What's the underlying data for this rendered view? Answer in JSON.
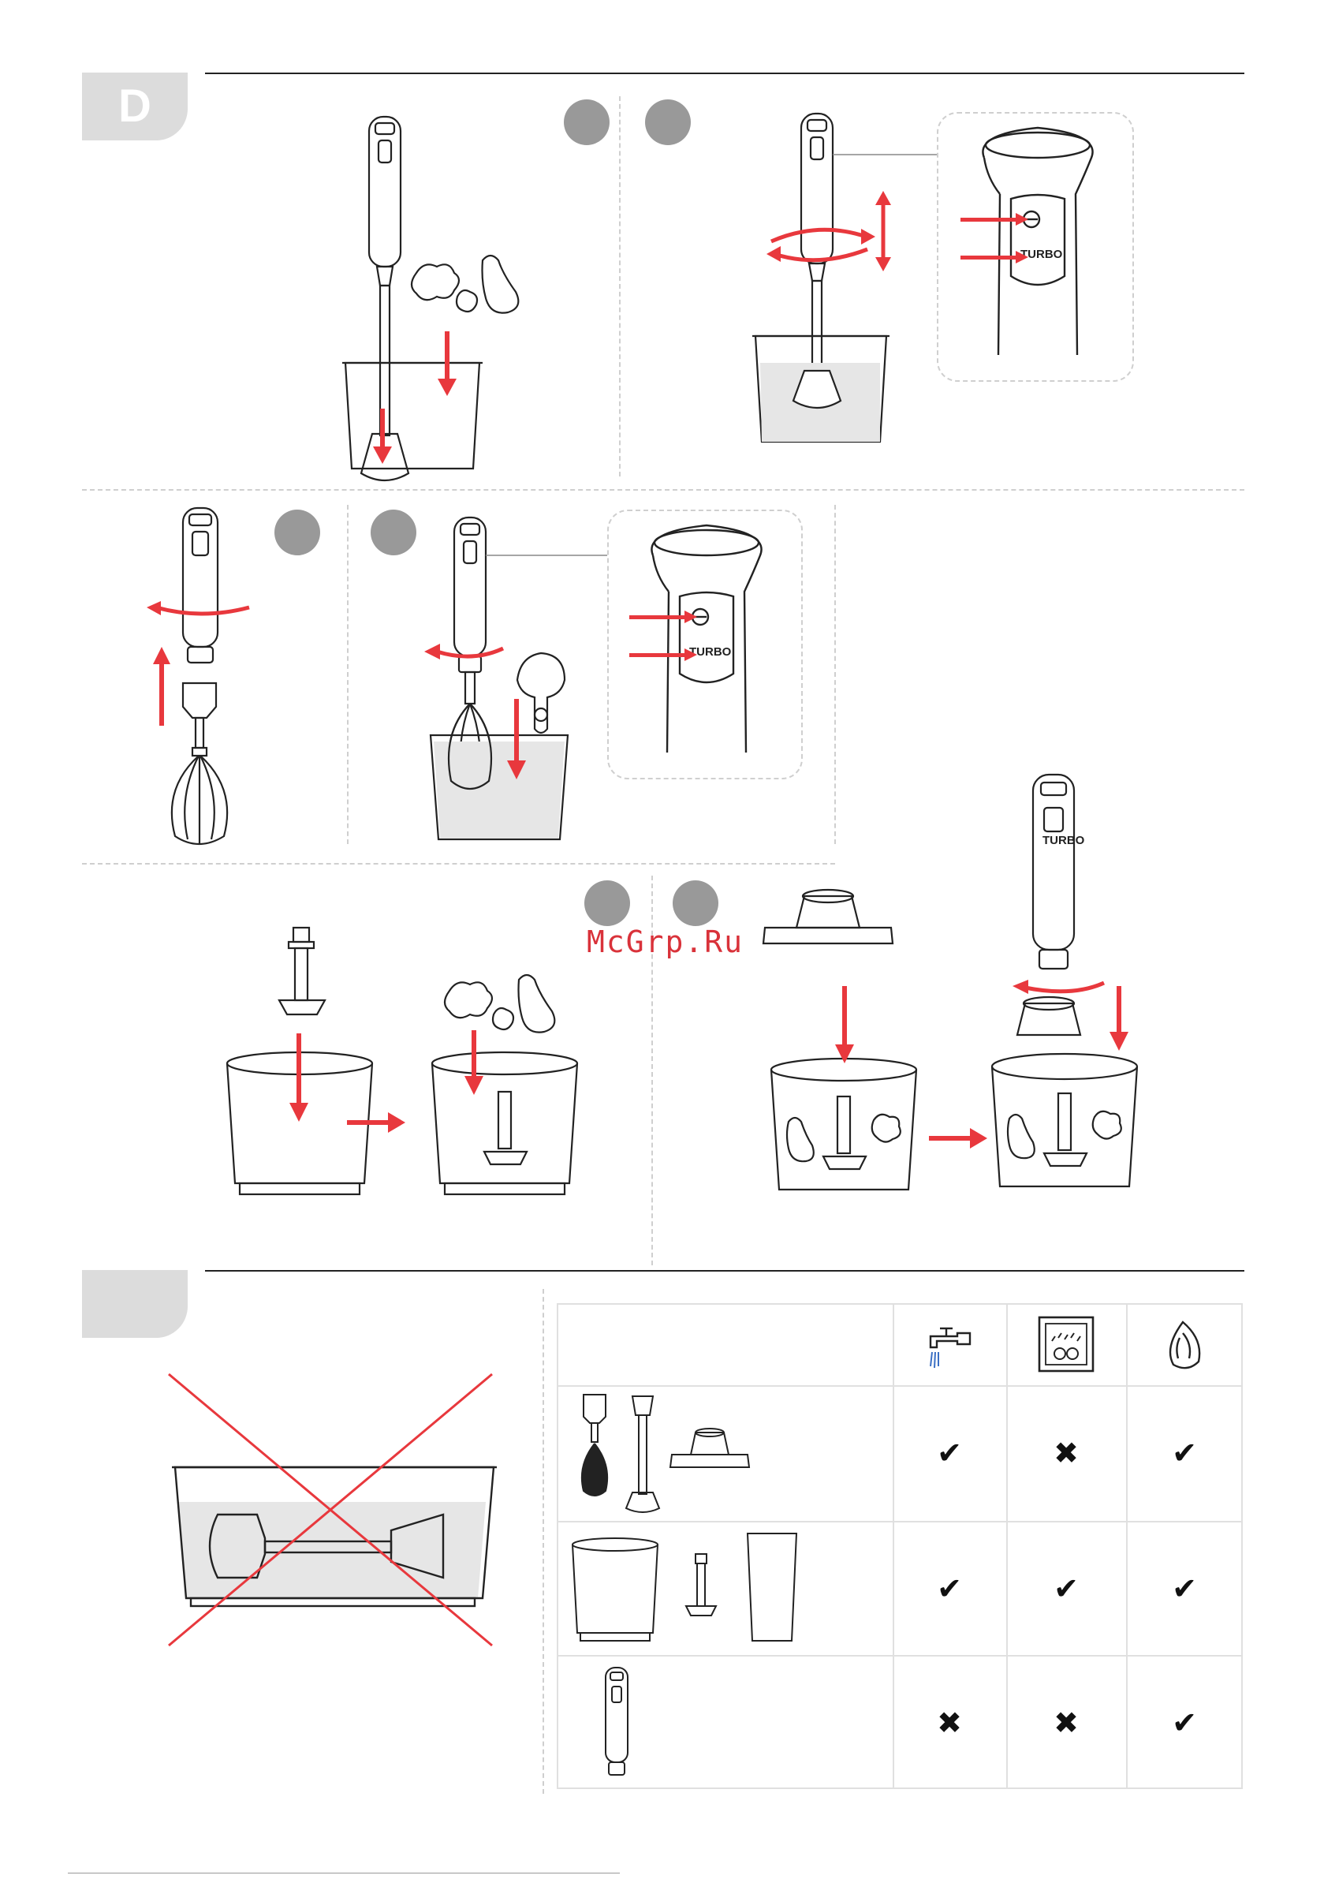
{
  "section_d": {
    "letter": "D"
  },
  "section_e": {
    "letter": ""
  },
  "watermark": "McGrp.Ru",
  "callout_top": {
    "turbo_label": "TURBO"
  },
  "callout_mid": {
    "turbo_label": "TURBO"
  },
  "handle_small": {
    "turbo_label": "TURBO"
  },
  "care_table": {
    "header_icons": [
      "tap-water-icon",
      "dishwasher-icon",
      "cloth-wipe-icon"
    ],
    "rows": [
      {
        "parts": [
          "whisk-attachment",
          "blender-shaft",
          "chopper-lid"
        ],
        "marks": [
          "✔",
          "✖",
          "✔"
        ]
      },
      {
        "parts": [
          "chopper-bowl",
          "chopper-blade",
          "beaker"
        ],
        "marks": [
          "✔",
          "✔",
          "✔"
        ]
      },
      {
        "parts": [
          "motor-handle"
        ],
        "marks": [
          "✖",
          "✖",
          "✔"
        ]
      }
    ]
  },
  "colors": {
    "arrow": "#e8383d",
    "step_circle": "#999999",
    "tab": "#dcdcdc",
    "line": "#222222"
  }
}
